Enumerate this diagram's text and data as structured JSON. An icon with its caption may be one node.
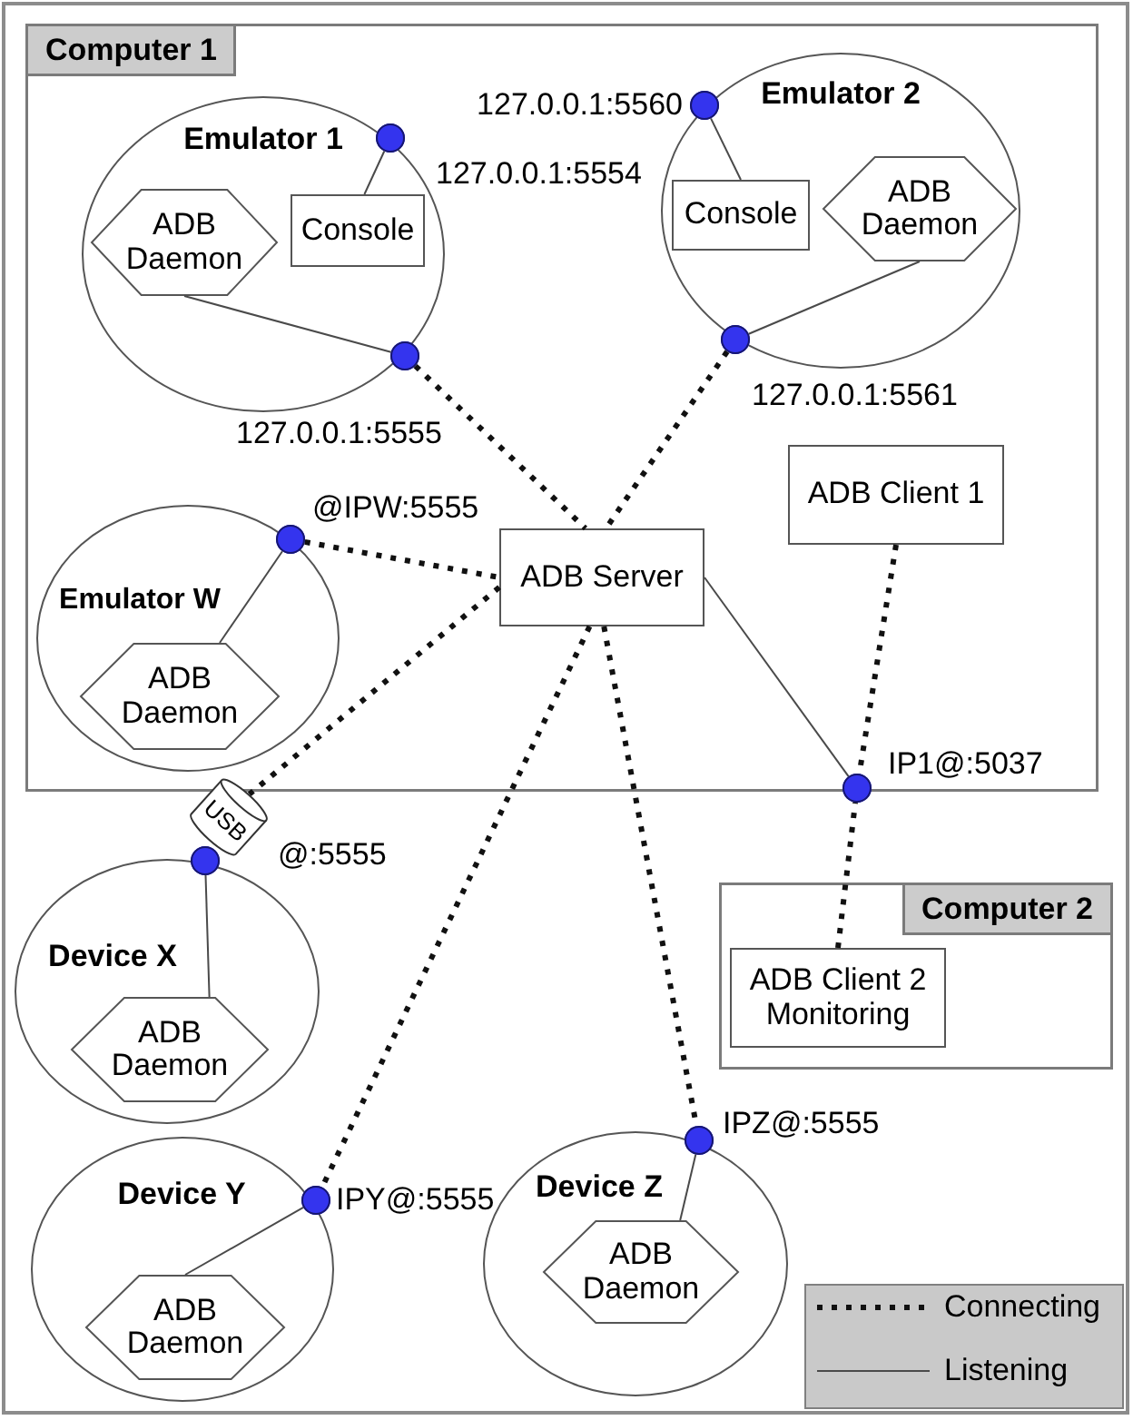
{
  "diagram": {
    "nodes": [
      {
        "text": [
          "Computer 1"
        ]
      },
      {
        "text": [
          "Emulator 1"
        ],
        "in": 0
      },
      {
        "text": [
          "ADB Daemon"
        ],
        "in": 1
      },
      {
        "text": [
          "Console"
        ],
        "in": 1
      },
      {
        "text": [],
        "shape": "circle",
        "beside": [
          "127.0.0.1:5554"
        ],
        "in": 0
      },
      {
        "text": [],
        "shape": "circle",
        "beside": [
          "127.0.0.1:5555"
        ],
        "in": 0
      },
      {
        "text": [
          "Emulator 2"
        ],
        "in": 0
      },
      {
        "text": [
          "Console"
        ],
        "in": 6
      },
      {
        "text": [
          "ADB Daemon"
        ],
        "in": 6
      },
      {
        "text": [],
        "shape": "circle",
        "beside": [
          "127.0.0.1:5560"
        ],
        "in": 0
      },
      {
        "text": [],
        "shape": "circle",
        "beside": [
          "127.0.0.1:5561"
        ],
        "in": 0
      },
      {
        "text": [
          "ADB Client 1"
        ],
        "in": 0
      },
      {
        "text": [
          "Emulator W"
        ],
        "in": 0
      },
      {
        "text": [
          "ADB Daemon"
        ],
        "in": 12
      },
      {
        "text": [],
        "shape": "circle",
        "beside": [
          "@IPW:5555"
        ],
        "in": 0
      },
      {
        "text": [
          "ADB Server"
        ],
        "in": 0
      },
      {
        "text": [],
        "shape": "circle",
        "beside": [
          "IP1@:5037"
        ]
      },
      {
        "text": [
          "USB"
        ]
      },
      {
        "text": [
          "Device X"
        ]
      },
      {
        "text": [
          "ADB Daemon"
        ],
        "in": 18
      },
      {
        "text": [],
        "shape": "circle"
      },
      {
        "text": [
          "Computer 2"
        ]
      },
      {
        "text": [
          "ADB Client 2 Monitoring"
        ],
        "in": 21
      },
      {
        "text": [
          "Device Y"
        ]
      },
      {
        "text": [
          "ADB Daemon"
        ],
        "in": 23
      },
      {
        "text": [],
        "shape": "circle",
        "beside": [
          "IPY@:5555"
        ]
      },
      {
        "text": [
          "Device Z"
        ]
      },
      {
        "text": [
          "ADB Daemon"
        ],
        "in": 26
      },
      {
        "text": [],
        "shape": "circle",
        "beside": [
          "IPZ@:5555"
        ]
      }
    ],
    "edges": [
      {
        "from": 3,
        "to": 4,
        "arrow": "none"
      },
      {
        "from": 2,
        "to": 5,
        "arrow": "none"
      },
      {
        "from": 7,
        "to": 9,
        "arrow": "none"
      },
      {
        "from": 8,
        "to": 10,
        "arrow": "none"
      },
      {
        "from": 13,
        "to": 14,
        "arrow": "none"
      },
      {
        "from": 5,
        "to": 15,
        "arrow": "none",
        "style": "dashed"
      },
      {
        "from": 10,
        "to": 15,
        "arrow": "none",
        "style": "dashed"
      },
      {
        "from": 14,
        "to": 15,
        "arrow": "none",
        "style": "dashed"
      },
      {
        "from": 15,
        "to": 17,
        "arrow": "none",
        "style": "dashed"
      },
      {
        "from": 15,
        "to": 25,
        "arrow": "none",
        "style": "dashed"
      },
      {
        "from": 15,
        "to": 28,
        "arrow": "none",
        "style": "dashed"
      },
      {
        "from": 15,
        "to": 16,
        "arrow": "none"
      },
      {
        "from": 11,
        "to": 16,
        "arrow": "none",
        "style": "dashed"
      },
      {
        "from": 22,
        "to": 16,
        "arrow": "none",
        "style": "dashed"
      },
      {
        "from": 19,
        "to": 20,
        "arrow": "none"
      },
      {
        "from": 24,
        "to": 25,
        "arrow": "none"
      },
      {
        "from": 27,
        "to": 28,
        "arrow": "none"
      }
    ],
    "labels": [
      "@:5555"
    ],
    "legend": [
      {
        "text": "Connecting"
      },
      {
        "text": "Listening"
      }
    ]
  }
}
